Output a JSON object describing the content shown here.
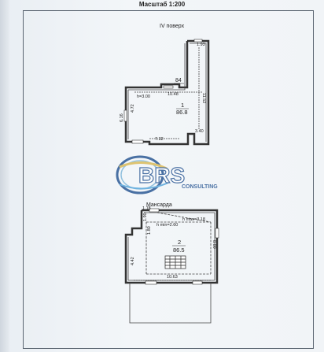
{
  "header": {
    "scale": "Масштаб 1:200"
  },
  "floor4": {
    "title": "IV поверх",
    "room_number": "84",
    "area_number": "1",
    "area": "86.8",
    "height": "h=3.00",
    "dims": {
      "top_small": "1.93",
      "top_mid": "10.48",
      "right": "11.52",
      "left_upper": "4.72",
      "left_lower": "6.16",
      "bottom": "7.32",
      "bottom_right": "3.40"
    }
  },
  "attic": {
    "title": "Мансарда",
    "area_number": "2",
    "area": "86.5",
    "h_min": "h min=2.60",
    "h_max": "h max=3.18",
    "dims": {
      "top_small": "1.18",
      "top_left": "1.90",
      "left_upper": "1.80",
      "left_lower": "4.42",
      "bottom": "10.63",
      "right": "8.00"
    }
  },
  "watermark": {
    "brand": "BRS",
    "sub": "CONSULTING"
  }
}
